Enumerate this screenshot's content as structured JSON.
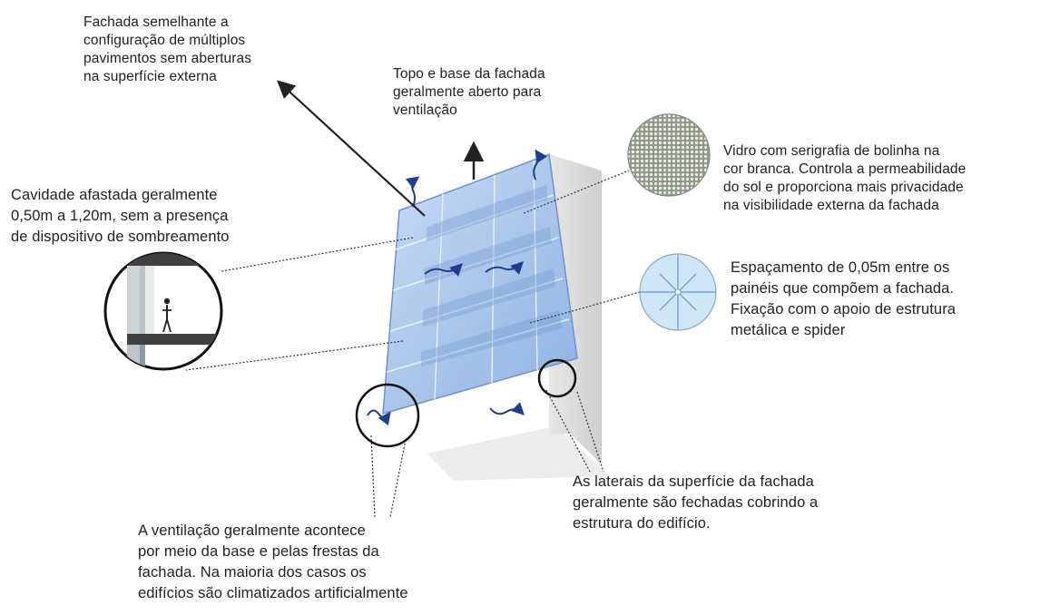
{
  "annotations": {
    "facade": "Fachada semelhante a\nconfiguração de múltiplos\npavimentos sem aberturas\nna superfície externa",
    "top_base": "Topo e base da fachada\ngeralmente  aberto para\nventilação",
    "glass": "Vidro com serigrafia de bolinha na\ncor branca. Controla a permeabilidade\ndo sol e proporciona mais privacidade\nna visibilidade externa da fachada",
    "cavity": "Cavidade afastada geralmente\n0,50m a 1,20m, sem a presença\nde dispositivo de sombreamento",
    "spacing": "Espaçamento de 0,05m  entre os\npainéis que compõem a fachada.\nFixação com o apoio de estrutura\nmetálica e spider",
    "sides": "As laterais da superfície da fachada\ngeralmente são fechadas cobrindo a\nestrutura do edifício.",
    "ventilation": "A ventilação geralmente acontece\npor meio da base e pelas frestas da\nfachada. Na maioria dos casos os\nedifícios são climatizados artificialmente"
  },
  "colors": {
    "glass": "#a9c6ec",
    "glass_edge": "#6f93c8",
    "side_wall": "#dcdcdc",
    "shadow": "#e9e9e9",
    "leader": "#333333",
    "arrow_blue": "#1f3f8c"
  }
}
